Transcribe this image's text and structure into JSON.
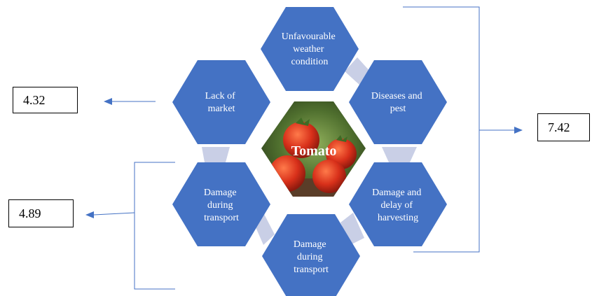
{
  "diagram": {
    "center_label": "Tomato",
    "hexagons": [
      {
        "id": "weather",
        "lines": [
          "Unfavourable",
          "weather",
          "condition"
        ]
      },
      {
        "id": "diseases",
        "lines": [
          "Diseases and",
          "pest"
        ]
      },
      {
        "id": "harvesting",
        "lines": [
          "Damage and",
          "delay of",
          "harvesting"
        ]
      },
      {
        "id": "transport-bottom",
        "lines": [
          "Damage",
          "during",
          "transport"
        ]
      },
      {
        "id": "transport-left",
        "lines": [
          "Damage",
          "during",
          "transport"
        ]
      },
      {
        "id": "market",
        "lines": [
          "Lack of",
          "market"
        ]
      }
    ],
    "values": {
      "market": "4.32",
      "transport": "4.89",
      "right_group": "7.42"
    },
    "colors": {
      "hexagon": "#4472C4",
      "connector": "#C9CFE6",
      "line": "#4472C4"
    }
  }
}
